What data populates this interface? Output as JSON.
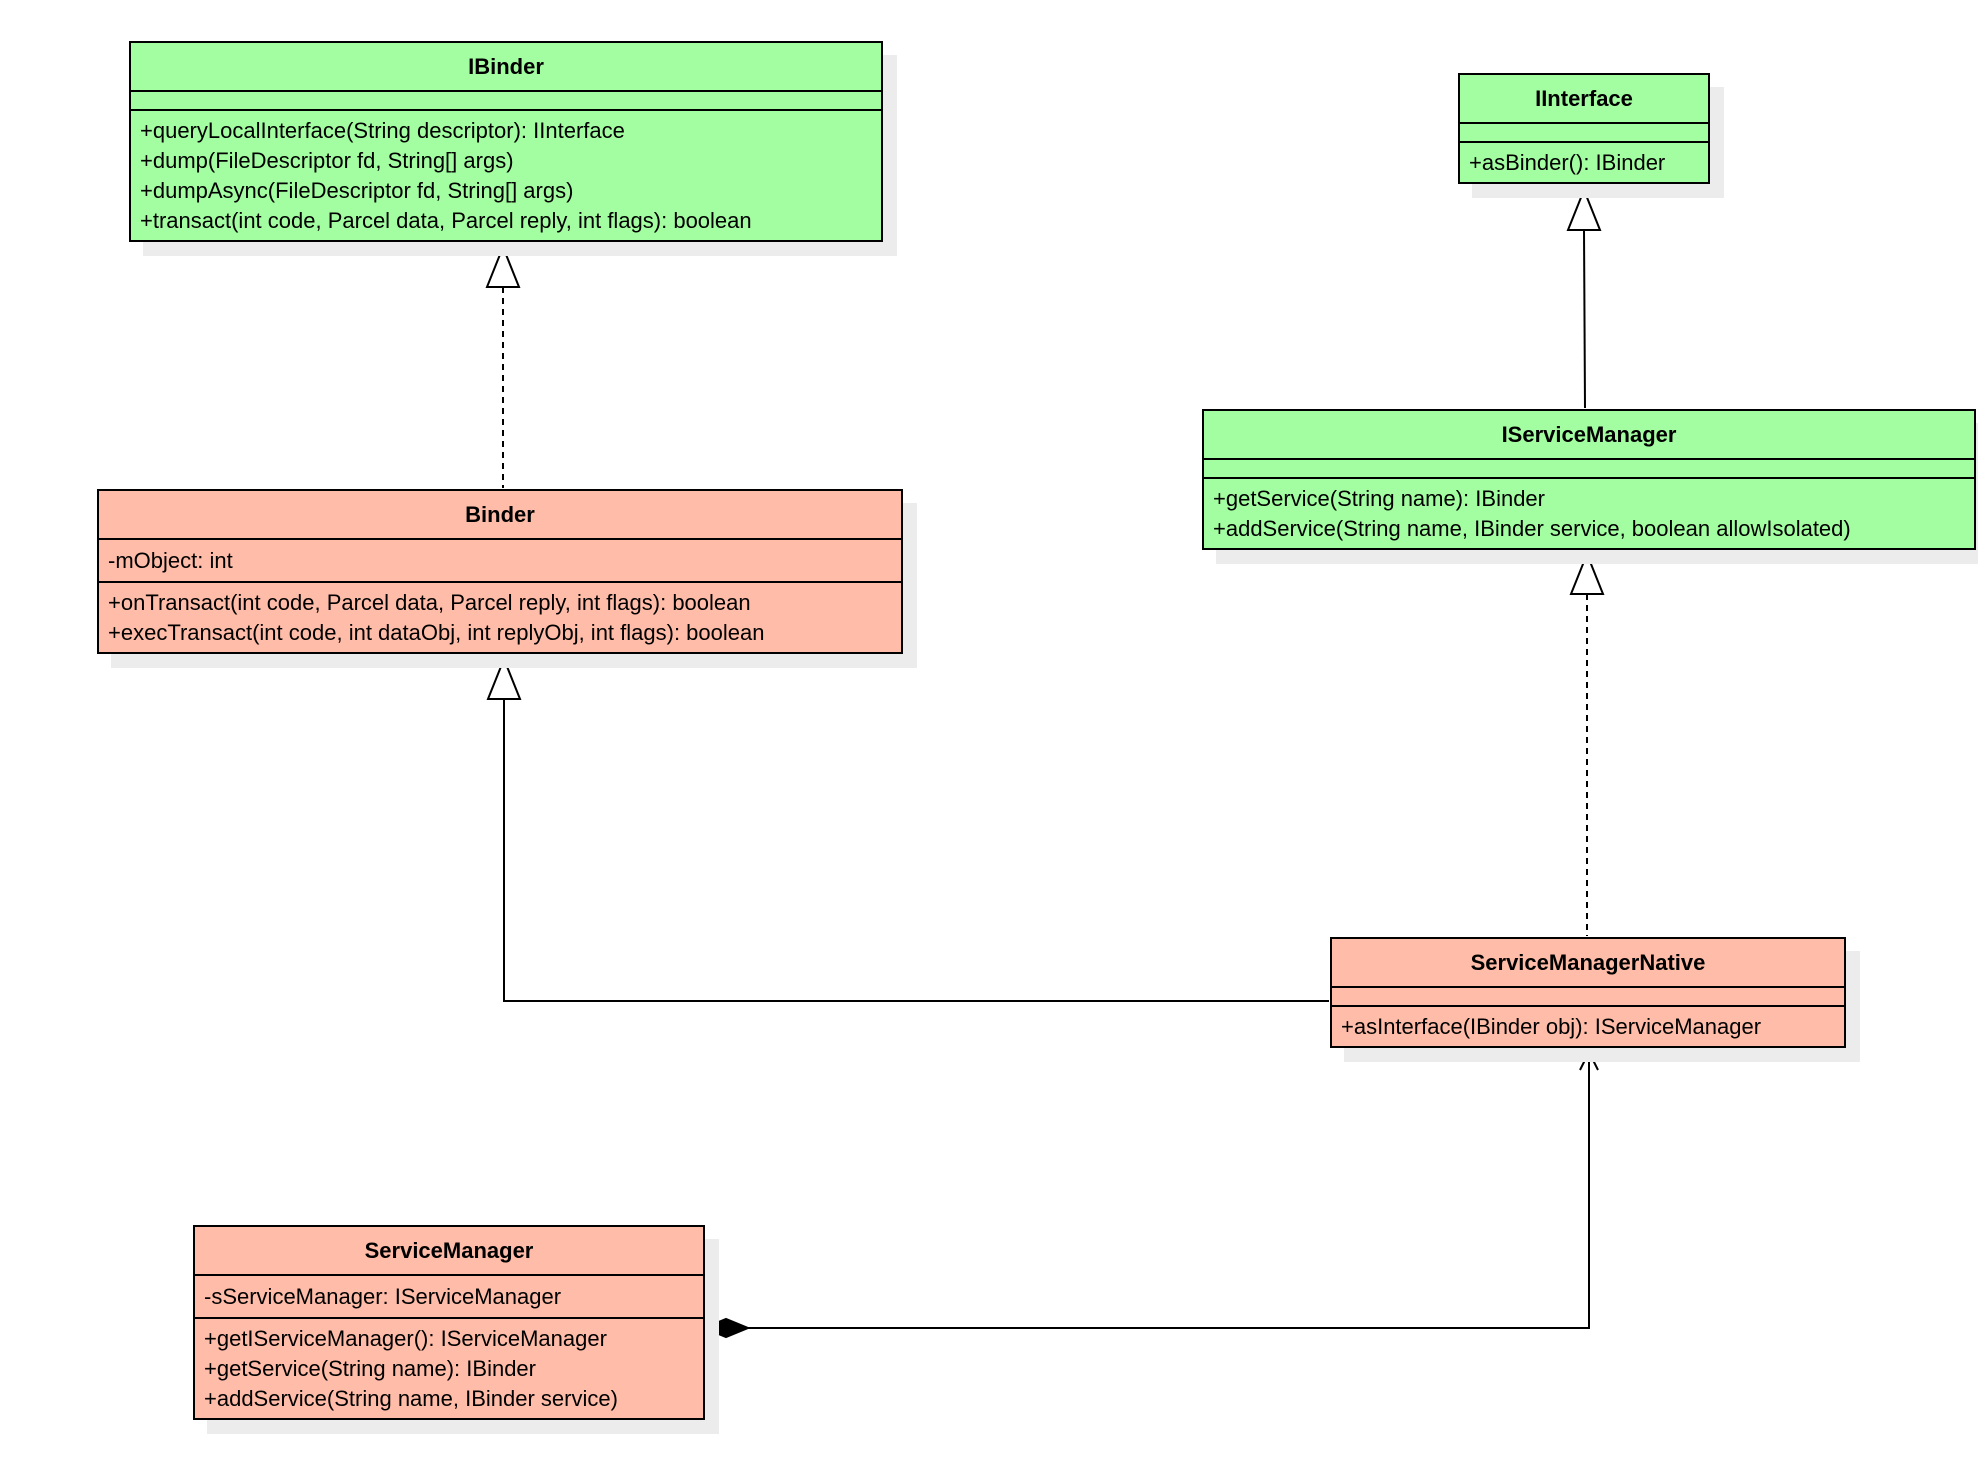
{
  "classes": {
    "ibinder": {
      "name": "IBinder",
      "attributes": [],
      "operations": [
        "+queryLocalInterface(String descriptor): IInterface",
        "+dump(FileDescriptor fd, String[] args)",
        "+dumpAsync(FileDescriptor fd, String[] args)",
        "+transact(int code, Parcel data, Parcel reply, int flags): boolean"
      ]
    },
    "iinterface": {
      "name": "IInterface",
      "attributes": [],
      "operations": [
        "+asBinder(): IBinder"
      ]
    },
    "iservicemanager": {
      "name": "IServiceManager",
      "attributes": [],
      "operations": [
        "+getService(String name): IBinder",
        "+addService(String name, IBinder service, boolean allowIsolated)"
      ]
    },
    "binder": {
      "name": "Binder",
      "attributes": [
        "-mObject: int"
      ],
      "operations": [
        "+onTransact(int code, Parcel data, Parcel reply, int flags): boolean",
        "+execTransact(int code, int dataObj, int replyObj, int flags): boolean"
      ]
    },
    "servicemanagernative": {
      "name": "ServiceManagerNative",
      "attributes": [],
      "operations": [
        "+asInterface(IBinder obj): IServiceManager"
      ]
    },
    "servicemanager": {
      "name": "ServiceManager",
      "attributes": [
        "-sServiceManager: IServiceManager"
      ],
      "operations": [
        "+getIServiceManager(): IServiceManager",
        "+getService(String name): IBinder",
        "+addService(String name, IBinder service)"
      ]
    }
  },
  "colors": {
    "interface_fill": "#a2fea0",
    "class_fill": "#ffbca8",
    "stroke": "#000000",
    "shadow": "#ececec"
  },
  "relations": [
    {
      "from": "Binder",
      "to": "IBinder",
      "kind": "realization"
    },
    {
      "from": "IServiceManager",
      "to": "IInterface",
      "kind": "generalization"
    },
    {
      "from": "ServiceManagerNative",
      "to": "IServiceManager",
      "kind": "realization"
    },
    {
      "from": "ServiceManagerNative",
      "to": "Binder",
      "kind": "generalization"
    },
    {
      "from": "ServiceManager",
      "to": "ServiceManagerNative",
      "kind": "composition-navigable"
    }
  ]
}
